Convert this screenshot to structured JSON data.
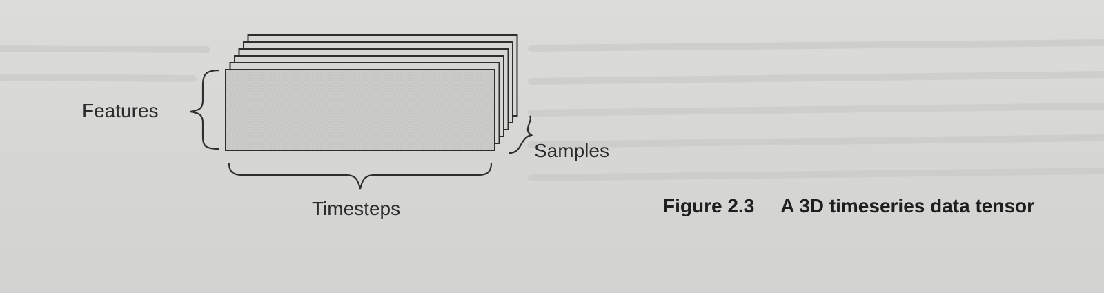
{
  "figure": {
    "labels": {
      "features": "Features",
      "samples": "Samples",
      "timesteps": "Timesteps"
    },
    "caption": {
      "number": "Figure 2.3",
      "text": "A 3D timeseries data tensor"
    },
    "layer_count": 6
  },
  "colors": {
    "paper": "#d9d9d7",
    "ink": "#2b2b2b",
    "sheet_fill": "#cbcbc8"
  }
}
